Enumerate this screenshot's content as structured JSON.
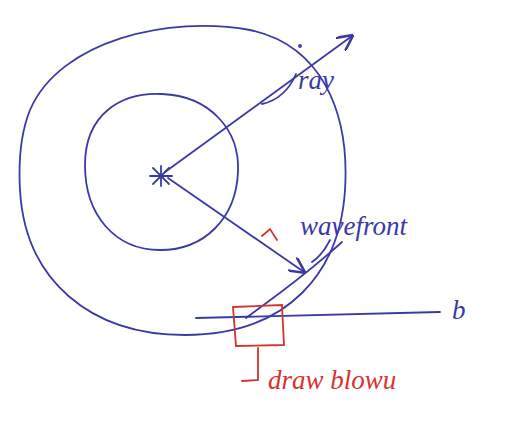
{
  "diagram": {
    "labels": [
      "ray",
      "wavefront",
      "b",
      "draw blowu"
    ]
  }
}
